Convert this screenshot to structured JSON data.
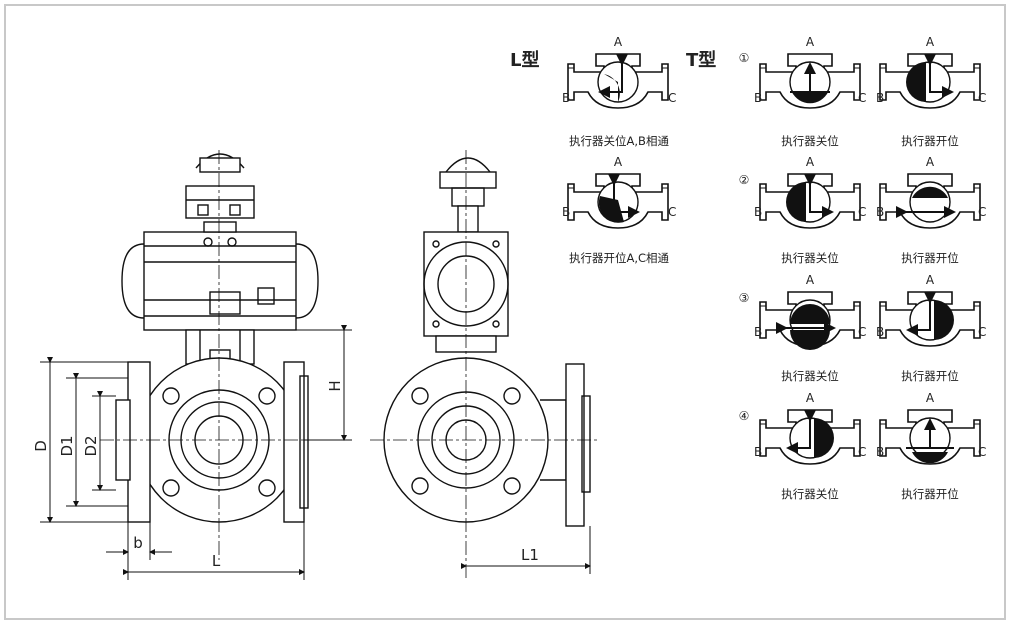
{
  "dimensions": {
    "D": "D",
    "D1": "D1",
    "D2": "D2",
    "b": "b",
    "L": "L",
    "H": "H",
    "L1": "L1"
  },
  "l_type": {
    "title": "L型",
    "ports": {
      "a": "A",
      "b": "B",
      "c": "C"
    },
    "captions": [
      "执行器关位A,B相通",
      "执行器开位A,C相通"
    ]
  },
  "t_type": {
    "title": "T型",
    "ports": {
      "a": "A",
      "b": "B",
      "c": "C"
    },
    "rows": [
      {
        "num": "①",
        "closed": "执行器关位",
        "open": "执行器开位"
      },
      {
        "num": "②",
        "closed": "执行器关位",
        "open": "执行器开位"
      },
      {
        "num": "③",
        "closed": "执行器关位",
        "open": "执行器开位"
      },
      {
        "num": "④",
        "closed": "执行器关位",
        "open": "执行器开位"
      }
    ]
  }
}
